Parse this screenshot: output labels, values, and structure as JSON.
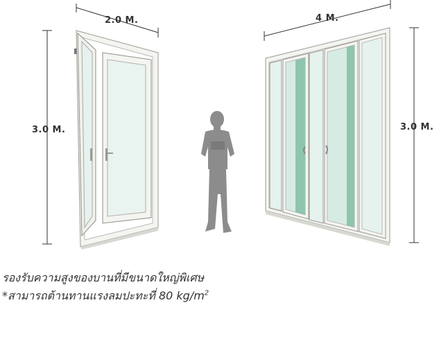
{
  "dimensions": {
    "left_width": "2.0 M.",
    "left_height": "3.0 M.",
    "right_width": "4 M.",
    "right_height": "3.0 M."
  },
  "caption": {
    "line1": "รองรับความสูงของบานที่มีขนาดใหญ่พิเศษ",
    "line2_prefix": "*สามารถต้านทานแรงลมปะทะที่ 80 kg/m",
    "line2_sup": "2"
  },
  "colors": {
    "frame": "#f4f4f0",
    "frame_edge": "#9a9a94",
    "glass": "#e6f2ee",
    "glass_green": "#8fc4ae",
    "figure": "#8c8c8c"
  }
}
